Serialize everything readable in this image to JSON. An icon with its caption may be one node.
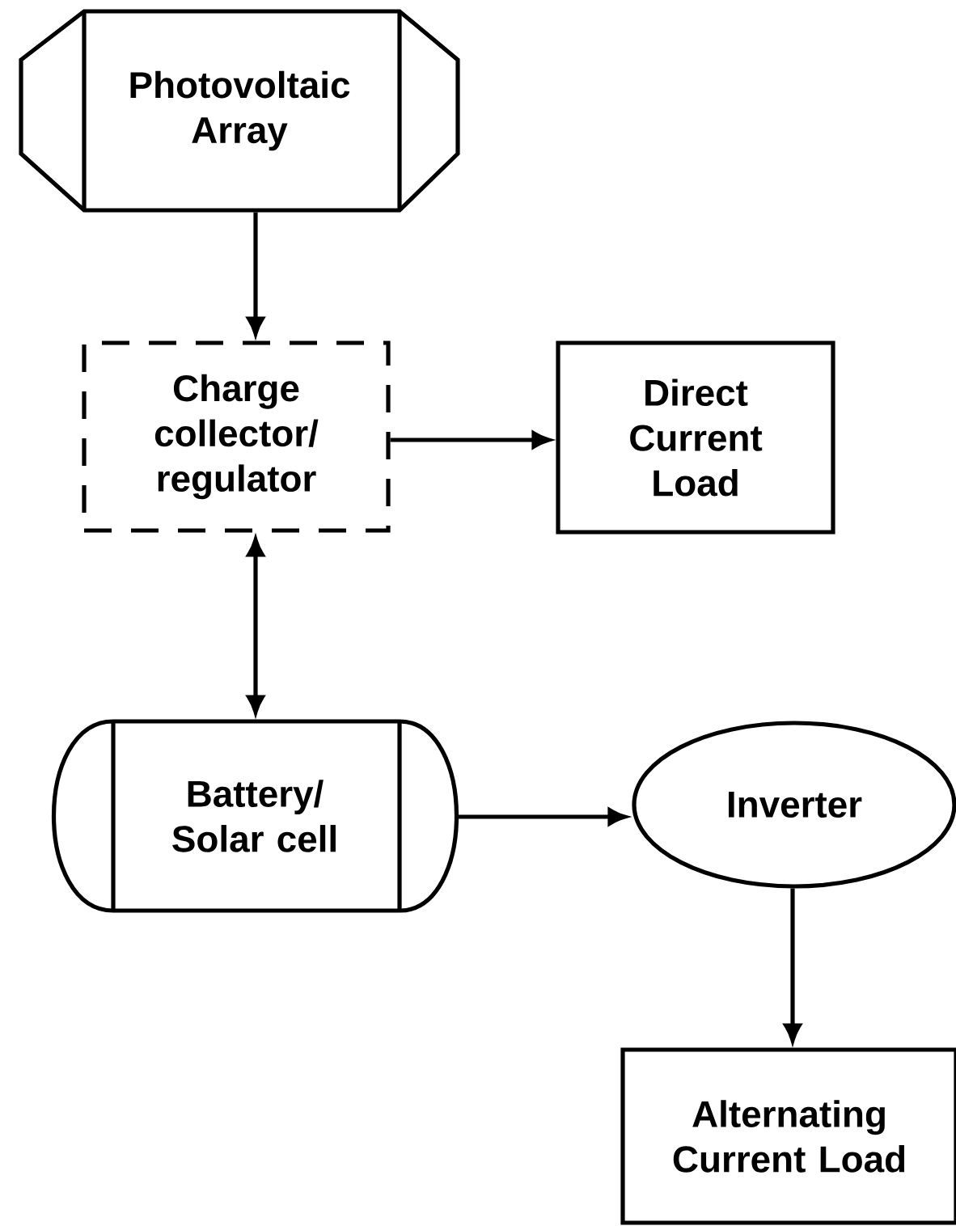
{
  "diagram": {
    "nodes": [
      {
        "text": [
          "Photovoltaic Array"
        ]
      },
      {
        "text": [
          "Charge collector/ regulator"
        ]
      },
      {
        "text": [
          "Direct Current Load"
        ]
      },
      {
        "text": [
          "Battery/ Solar cell"
        ]
      },
      {
        "text": [
          "Inverter"
        ]
      },
      {
        "text": [
          "Alternating Current Load"
        ]
      }
    ],
    "edges": [
      {
        "from": 0,
        "to": 1,
        "arrow": "to"
      },
      {
        "from": 1,
        "to": 2,
        "arrow": "to"
      },
      {
        "from": 1,
        "to": 3,
        "arrow": "both"
      },
      {
        "from": 3,
        "to": 4,
        "arrow": "to"
      },
      {
        "from": 4,
        "to": 5,
        "arrow": "to"
      }
    ]
  }
}
